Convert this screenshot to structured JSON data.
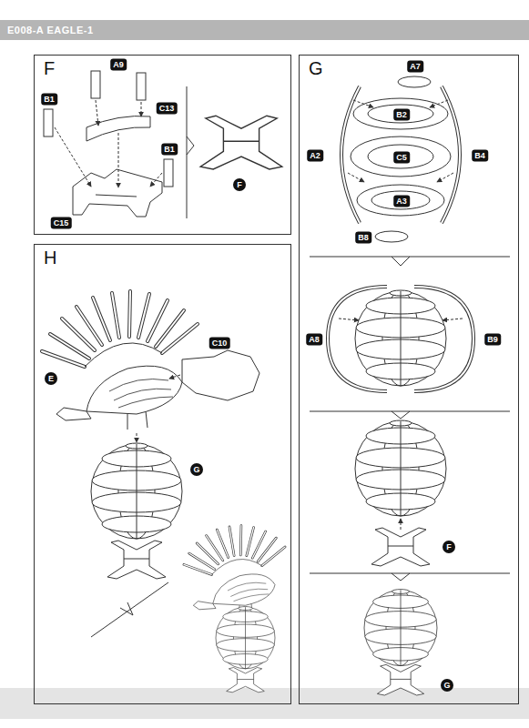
{
  "diagram": {
    "nodes": [
      {
        "text": [
          "E008-A EAGLE-1"
        ]
      },
      {
        "text": [
          "F"
        ]
      },
      {
        "text": [
          "A9"
        ],
        "in": 1
      },
      {
        "text": [
          "B1"
        ],
        "in": 1
      },
      {
        "text": [
          "C13"
        ],
        "in": 1
      },
      {
        "text": [
          "B1"
        ],
        "in": 1
      },
      {
        "text": [
          "C15"
        ],
        "in": 1
      },
      {
        "text": [
          "F"
        ],
        "in": 1
      },
      {
        "text": [
          "G"
        ]
      },
      {
        "text": [
          "A7"
        ],
        "in": 8
      },
      {
        "text": [
          "B2"
        ],
        "in": 8
      },
      {
        "text": [
          "A2"
        ],
        "in": 8
      },
      {
        "text": [
          "C5"
        ],
        "in": 8
      },
      {
        "text": [
          "B4"
        ],
        "in": 8
      },
      {
        "text": [
          "A3"
        ],
        "in": 8
      },
      {
        "text": [
          "B8"
        ],
        "in": 8
      },
      {
        "text": [
          "A8"
        ],
        "in": 8
      },
      {
        "text": [
          "B9"
        ],
        "in": 8
      },
      {
        "text": [
          "F"
        ],
        "in": 8
      },
      {
        "text": [
          "G"
        ],
        "in": 8
      },
      {
        "text": [
          "H"
        ]
      },
      {
        "text": [
          "E"
        ],
        "in": 20
      },
      {
        "text": [
          "C10"
        ],
        "in": 20
      },
      {
        "text": [
          "G"
        ],
        "in": 20
      }
    ]
  }
}
